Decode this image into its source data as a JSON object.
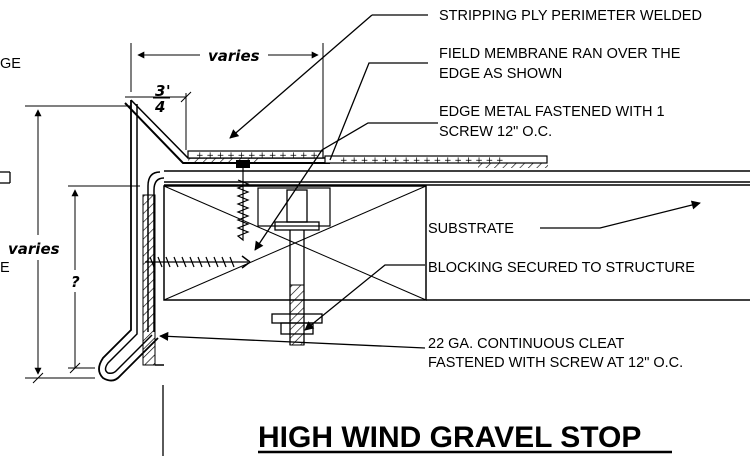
{
  "title": "HIGH WIND GRAVEL STOP",
  "callouts": {
    "stripping_ply": "STRIPPING PLY PERIMETER WELDED",
    "field_membrane_1": "FIELD MEMBRANE RAN OVER THE",
    "field_membrane_2": "EDGE AS SHOWN",
    "edge_metal_1": "EDGE METAL FASTENED WITH 1",
    "edge_metal_2": "SCREW 12\" O.C.",
    "substrate": "SUBSTRATE",
    "blocking": "BLOCKING SECURED TO STRUCTURE",
    "cleat_1": "22 GA. CONTINUOUS CLEAT",
    "cleat_2": "FASTENED WITH SCREW AT 12\" O.C."
  },
  "dimensions": {
    "top_varies": "varies",
    "fraction_num": "3",
    "fraction_tick": "'",
    "fraction_den": "4",
    "side_varies": "varies",
    "unknown": "?"
  },
  "cropped_left_text": {
    "top": "GE",
    "bottom": "E"
  }
}
